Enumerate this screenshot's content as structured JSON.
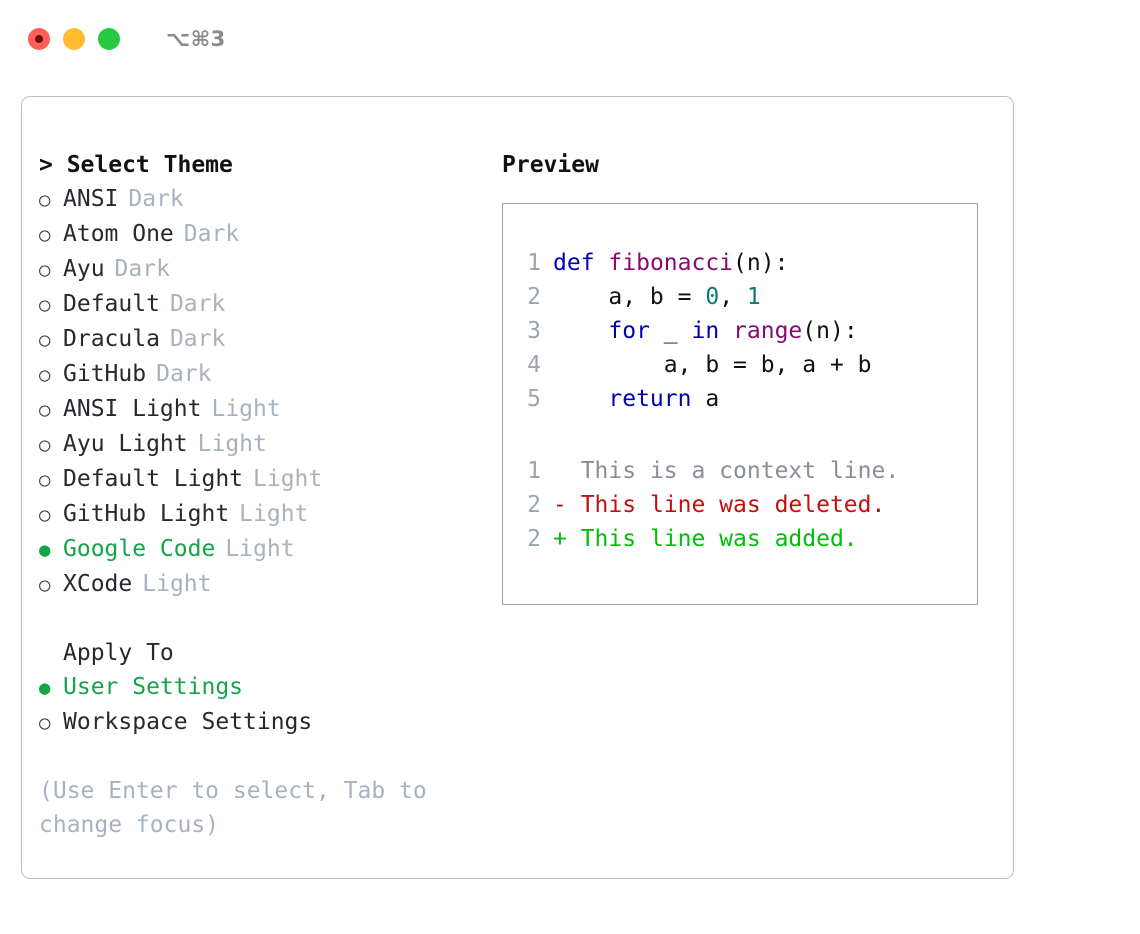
{
  "titlebar": {
    "shortcut": "⌥⌘3",
    "lights": [
      {
        "name": "close",
        "color": "#ff5f57"
      },
      {
        "name": "minimize",
        "color": "#febc2e"
      },
      {
        "name": "zoom",
        "color": "#28c840"
      }
    ]
  },
  "theme_picker": {
    "header": "> Select Theme",
    "items": [
      {
        "label": "ANSI",
        "tag": "Dark",
        "selected": false,
        "bullet": "○"
      },
      {
        "label": "Atom One",
        "tag": "Dark",
        "selected": false,
        "bullet": "○"
      },
      {
        "label": "Ayu",
        "tag": "Dark",
        "selected": false,
        "bullet": "○"
      },
      {
        "label": "Default",
        "tag": "Dark",
        "selected": false,
        "bullet": "○"
      },
      {
        "label": "Dracula",
        "tag": "Dark",
        "selected": false,
        "bullet": "○"
      },
      {
        "label": "GitHub",
        "tag": "Dark",
        "selected": false,
        "bullet": "○"
      },
      {
        "label": "ANSI Light",
        "tag": "Light",
        "selected": false,
        "bullet": "○"
      },
      {
        "label": "Ayu Light",
        "tag": "Light",
        "selected": false,
        "bullet": "○"
      },
      {
        "label": "Default Light",
        "tag": "Light",
        "selected": false,
        "bullet": "○"
      },
      {
        "label": "GitHub Light",
        "tag": "Light",
        "selected": false,
        "bullet": "○"
      },
      {
        "label": "Google Code",
        "tag": "Light",
        "selected": true,
        "bullet": "●"
      },
      {
        "label": "XCode",
        "tag": "Light",
        "selected": false,
        "bullet": "○"
      }
    ]
  },
  "apply_to": {
    "header": "Apply To",
    "items": [
      {
        "label": "User Settings",
        "selected": true,
        "bullet": "●"
      },
      {
        "label": "Workspace Settings",
        "selected": false,
        "bullet": "○"
      }
    ]
  },
  "hint": "(Use Enter to select, Tab to change focus)",
  "preview": {
    "header": "Preview",
    "code": [
      {
        "ln": "1",
        "tokens": [
          {
            "t": "def",
            "c": "kw"
          },
          {
            "t": " ",
            "c": "pl"
          },
          {
            "t": "fibonacci",
            "c": "fn"
          },
          {
            "t": "(n):",
            "c": "pl"
          }
        ]
      },
      {
        "ln": "2",
        "tokens": [
          {
            "t": "    a, b = ",
            "c": "pl"
          },
          {
            "t": "0",
            "c": "num"
          },
          {
            "t": ", ",
            "c": "pl"
          },
          {
            "t": "1",
            "c": "num"
          }
        ]
      },
      {
        "ln": "3",
        "tokens": [
          {
            "t": "    ",
            "c": "pl"
          },
          {
            "t": "for",
            "c": "kw"
          },
          {
            "t": " _ ",
            "c": "pl"
          },
          {
            "t": "in",
            "c": "kw"
          },
          {
            "t": " ",
            "c": "pl"
          },
          {
            "t": "range",
            "c": "fn"
          },
          {
            "t": "(n):",
            "c": "pl"
          }
        ]
      },
      {
        "ln": "4",
        "tokens": [
          {
            "t": "        a, b = b, a + b",
            "c": "pl"
          }
        ]
      },
      {
        "ln": "5",
        "tokens": [
          {
            "t": "    ",
            "c": "pl"
          },
          {
            "t": "return",
            "c": "kw"
          },
          {
            "t": " a",
            "c": "pl"
          }
        ]
      }
    ],
    "diff": [
      {
        "ln": "1",
        "marker": " ",
        "text": " This is a context line.",
        "kind": "ctx"
      },
      {
        "ln": "2",
        "marker": "-",
        "text": " This line was deleted.",
        "kind": "del"
      },
      {
        "ln": "2",
        "marker": "+",
        "text": " This line was added.",
        "kind": "add"
      }
    ]
  },
  "colors": {
    "accent_green": "#14a44a",
    "muted": "#a8b2bd",
    "border": "#b9c2cc",
    "preview_border": "#9aa5b1",
    "keyword": "#0000b5",
    "function": "#8a0a73",
    "number": "#0b7a74",
    "added": "#00be0a",
    "deleted": "#c21010"
  }
}
